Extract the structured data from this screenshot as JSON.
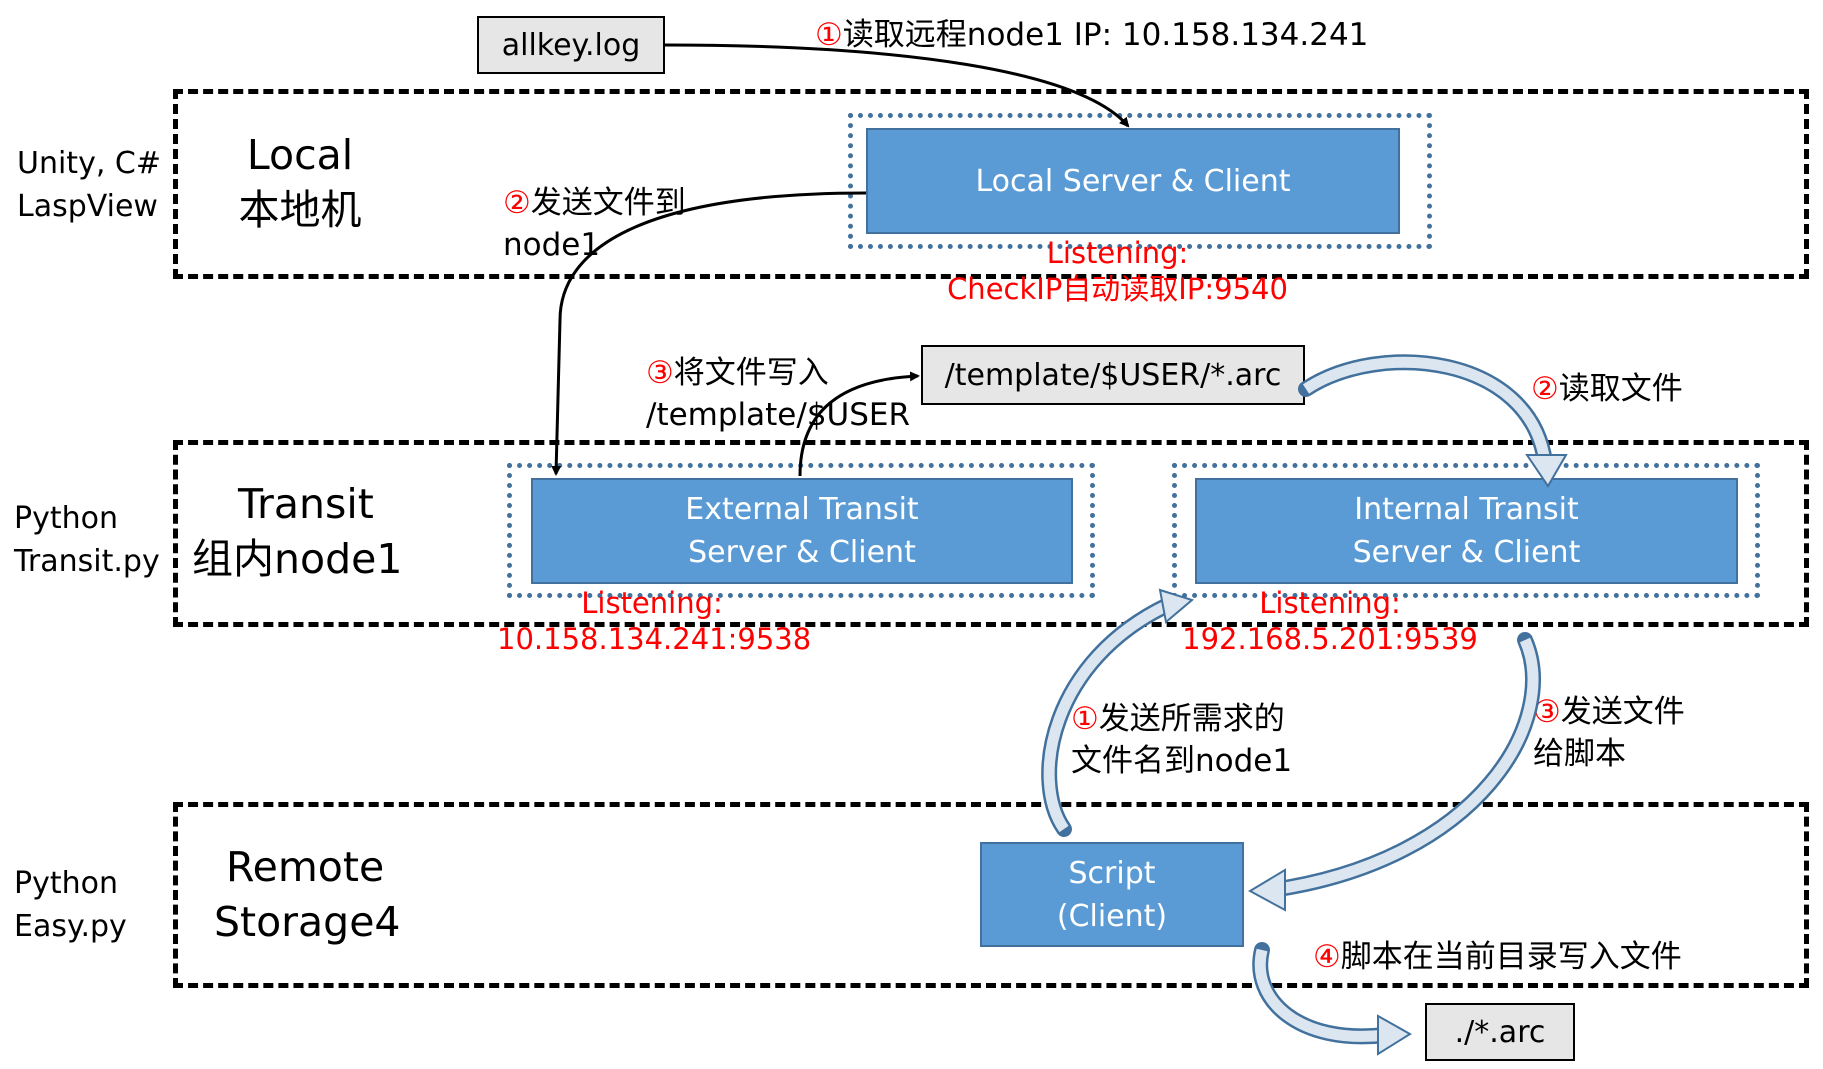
{
  "files": {
    "allkey": "allkey.log",
    "template_arc": "/template/$USER/*.arc",
    "local_arc": "./*.arc"
  },
  "layers": {
    "local": {
      "side": [
        "Unity, C#",
        "LaspView"
      ],
      "title": [
        "Local",
        "本地机"
      ],
      "server": [
        "Local Server & Client"
      ],
      "listening": [
        "Listening:",
        "CheckIP自动读取IP:9540"
      ]
    },
    "transit": {
      "side": [
        "Python",
        "Transit.py"
      ],
      "title": [
        "Transit",
        "组内node1"
      ],
      "external": [
        "External Transit",
        "Server & Client"
      ],
      "external_listening": [
        "Listening:",
        "10.158.134.241:9538"
      ],
      "internal": [
        "Internal Transit",
        "Server & Client"
      ],
      "internal_listening": [
        "Listening:",
        "192.168.5.201:9539"
      ]
    },
    "remote": {
      "side": [
        "Python",
        "Easy.py"
      ],
      "title": [
        "Remote",
        "Storage4"
      ],
      "script": [
        "Script",
        "(Client)"
      ]
    }
  },
  "steps": {
    "s1_top": {
      "num": "①",
      "text": "读取远程node1 IP: 10.158.134.241"
    },
    "s2_send": {
      "num": "②",
      "lines": [
        "发送文件到",
        "node1"
      ]
    },
    "s3_write": {
      "num": "③",
      "lines": [
        "将文件写入",
        "/template/$USER"
      ]
    },
    "s2_read": {
      "num": "②",
      "text": "读取文件"
    },
    "s1_request": {
      "num": "①",
      "lines": [
        "发送所需求的",
        "文件名到node1"
      ]
    },
    "s3_send_script": {
      "num": "③",
      "lines": [
        "发送文件",
        "给脚本"
      ]
    },
    "s4_write_local": {
      "num": "④",
      "text": "脚本在当前目录写入文件"
    }
  },
  "colors": {
    "box_fill": "#5b9bd5",
    "box_border": "#41719c",
    "file_fill": "#e7e6e6",
    "highlight": "#ff0000"
  }
}
